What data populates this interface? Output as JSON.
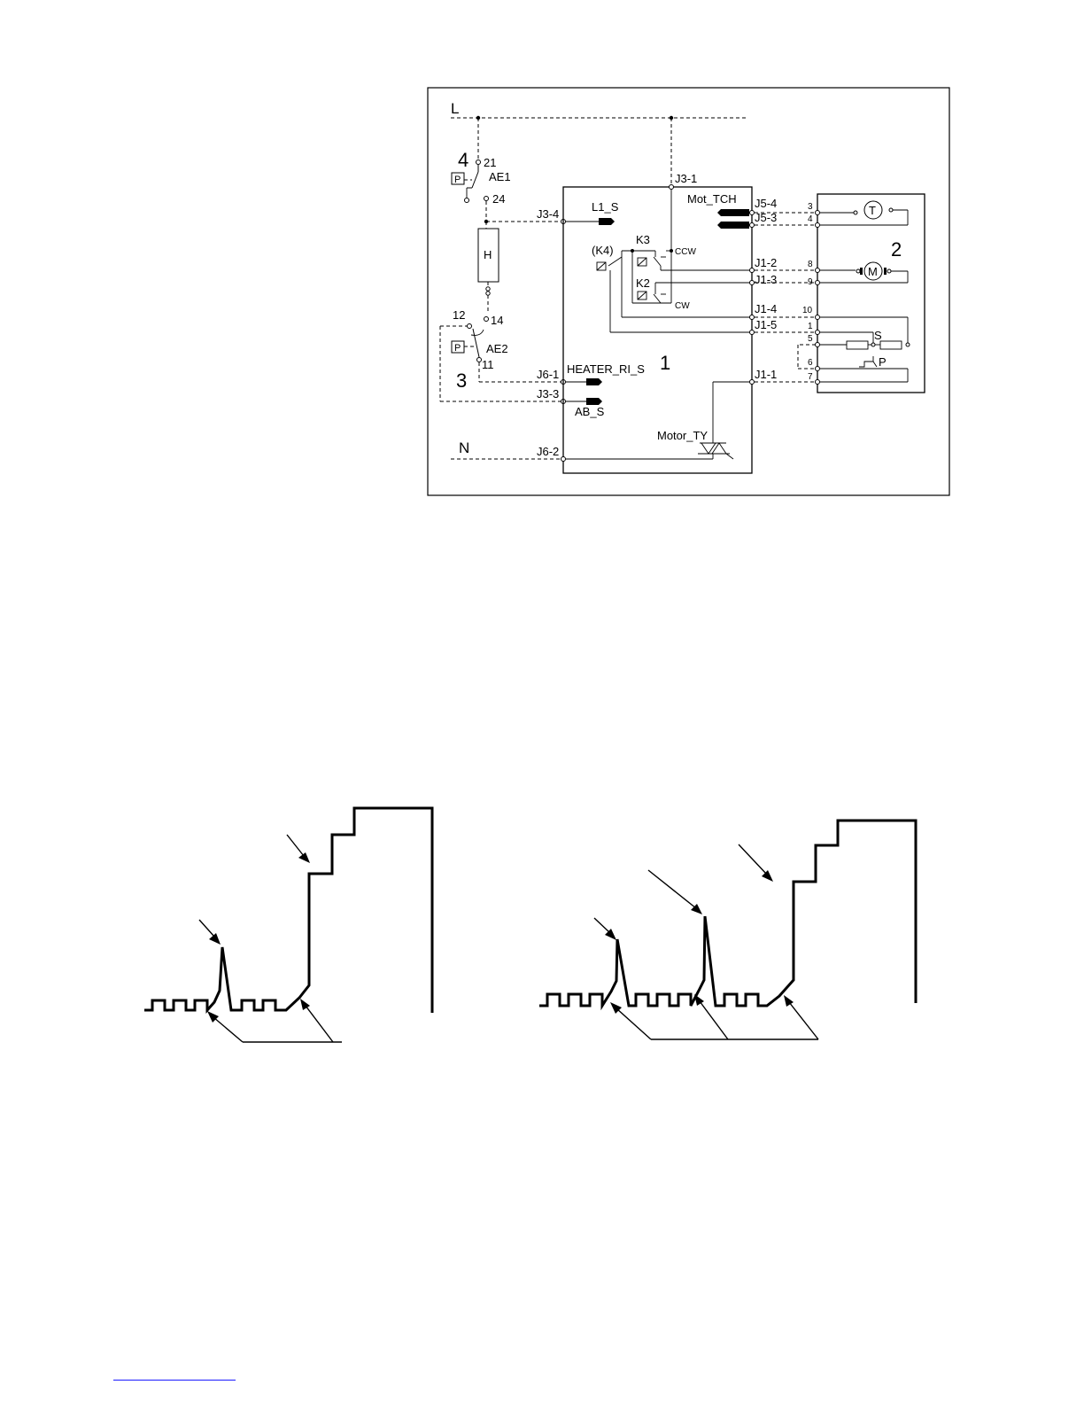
{
  "schematic": {
    "rails": {
      "line": "L",
      "neutral": "N"
    },
    "callouts": {
      "board": "1",
      "motor_unit": "2",
      "safety_switch": "3",
      "thermostat": "4"
    },
    "components": {
      "ae1": "AE1",
      "ae2": "AE2",
      "heater": "H",
      "pressure_symbol": "P",
      "relay_k4": "(K4)",
      "relay_k3": "K3",
      "relay_k2": "K2",
      "ccw": "CCW",
      "cw": "CW",
      "motor": "M",
      "tacho": "T",
      "sensor": "S",
      "pressostat": "P",
      "triac": "Motor_TY"
    },
    "ae1_pins": {
      "top": "21",
      "bottom": "24"
    },
    "ae2_pins": {
      "a": "12",
      "b": "14",
      "c": "11"
    },
    "signals": {
      "l1": "L1_S",
      "mot_tch": "Mot_TCH",
      "heater": "HEATER_RI_S",
      "ab": "AB_S"
    },
    "connectors": {
      "j3_1": "J3-1",
      "j3_4": "J3-4",
      "j6_1": "J6-1",
      "j3_3": "J3-3",
      "j6_2": "J6-2",
      "j5_4": "J5-4",
      "j5_3": "J5-3",
      "j1_2": "J1-2",
      "j1_3": "J1-3",
      "j1_4": "J1-4",
      "j1_5": "J1-5",
      "j1_1": "J1-1"
    },
    "motor_pins": {
      "p3": "3",
      "p4": "4",
      "p8": "8",
      "p9": "9",
      "p10": "10",
      "p1": "1",
      "p5": "5",
      "p6": "6",
      "p7": "7"
    }
  }
}
